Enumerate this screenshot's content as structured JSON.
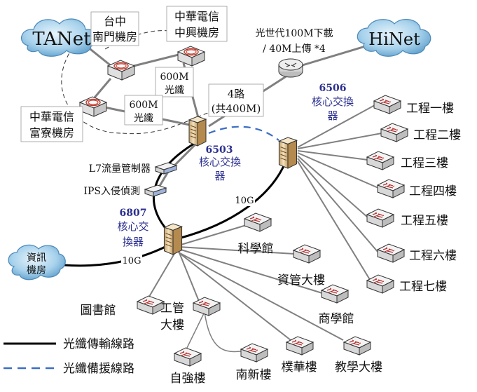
{
  "clouds": {
    "tanet": "TANet",
    "hinet": "HiNet",
    "info_room": [
      "資訊",
      "機房"
    ]
  },
  "sites": {
    "nanmen": [
      "台中",
      "南門機房"
    ],
    "zhongxing": [
      "中華電信",
      "中興機房"
    ],
    "fuliao": [
      "中華電信",
      "富寮機房"
    ]
  },
  "links": {
    "fiber_600m_a": [
      "600M",
      "光纖"
    ],
    "fiber_600m_b": [
      "600M",
      "光纖"
    ],
    "four_lines": [
      "4路",
      "(共400M)"
    ],
    "isp": [
      "光世代100M下載",
      "/ 40M上傳 *4"
    ],
    "tenG_a": "10G",
    "tenG_b": "10G"
  },
  "devices": {
    "l7": "L7流量管制器",
    "ips": "IPS入侵偵測"
  },
  "cores": {
    "c6503": {
      "model": "6503",
      "label": [
        "核心交換",
        "器"
      ]
    },
    "c6506": {
      "model": "6506",
      "label": [
        "核心交換",
        "器"
      ]
    },
    "c6807": {
      "model": "6807",
      "label": [
        "核心交",
        "換器"
      ]
    }
  },
  "buildings_right": [
    "工程一樓",
    "工程二樓",
    "工程三樓",
    "工程四樓",
    "工程五樓",
    "工程六樓",
    "工程七樓"
  ],
  "buildings_bottom": {
    "science": "科學館",
    "im": "資管大樓",
    "business": "商學館",
    "library": "圖書館",
    "engmgmt": [
      "工管",
      "大樓"
    ],
    "ziqiang": "自強樓",
    "nanxin": "南新樓",
    "puhua": "樸華樓",
    "teaching": "教學大樓"
  },
  "legend": {
    "solid": "光纖傳輸線路",
    "dashed": "光纖備援線路"
  },
  "colors": {
    "switch_face": "#ececec",
    "ring": "#c0392b",
    "cloud": "#6aaed6",
    "backbone": "#000000",
    "link": "#808080",
    "backup": "#3a6fc4",
    "core_label": "#2b2f8f",
    "core_body": "#e8d3a8"
  }
}
